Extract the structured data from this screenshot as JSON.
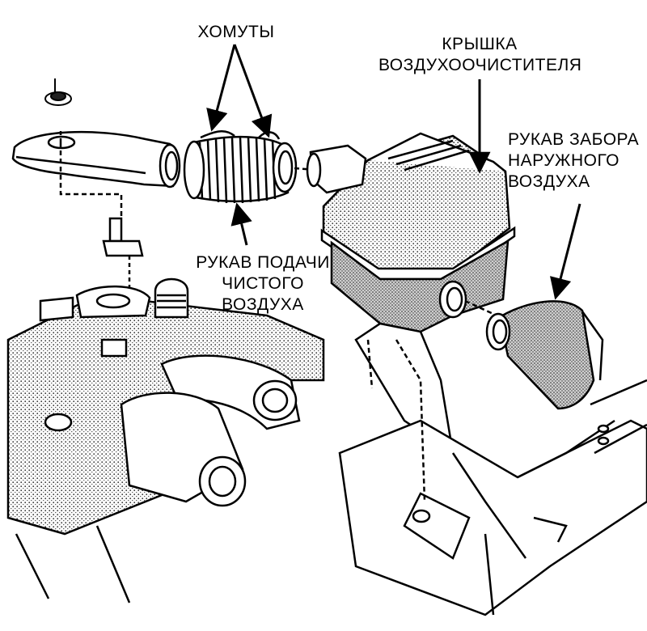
{
  "labels": {
    "clamps": [
      "ХОМУТЫ"
    ],
    "cleaner_cover": [
      "КРЫШКА",
      "ВОЗДУХООЧИСТИТЕЛЯ"
    ],
    "outside_air_hose": [
      "РУКАВ ЗАБОРА",
      "НАРУЖНОГО",
      "ВОЗДУХА"
    ],
    "clean_air_hose": [
      "РУКАВ ПОДАЧИ",
      "ЧИСТОГО",
      "ВОЗДУХА"
    ]
  },
  "colors": {
    "ink": "#000000",
    "paper": "#ffffff",
    "stipple": "#7a7a7a"
  }
}
